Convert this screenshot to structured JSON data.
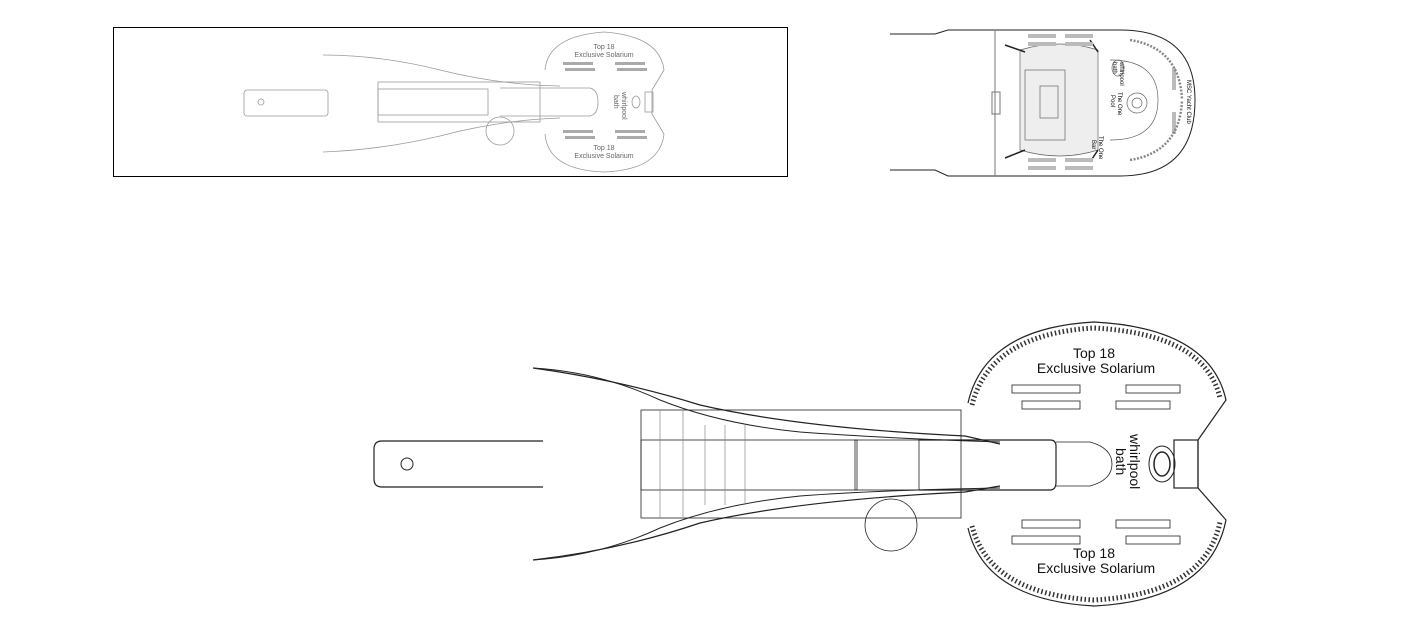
{
  "overview": {
    "label_solarium_top": "Top 18",
    "label_solarium_sub": "Exclusive Solarium",
    "label_solarium_top_2": "Top 18",
    "label_solarium_sub_2": "Exclusive Solarium",
    "label_whirlpool_1": "whirlpool",
    "label_whirlpool_2": "bath"
  },
  "forward": {
    "label_whirlpool_1": "whirlpool",
    "label_whirlpool_2": "bath",
    "label_pool_1": "The One",
    "label_pool_2": "Pool",
    "label_bar_1": "The One",
    "label_bar_2": "Bar",
    "label_club": "MSC Yacht Club"
  },
  "zoom": {
    "label_solarium_top": "Top 18",
    "label_solarium_sub": "Exclusive Solarium",
    "label_solarium_top_2": "Top 18",
    "label_solarium_sub_2": "Exclusive Solarium",
    "label_whirlpool_1": "whirlpool",
    "label_whirlpool_2": "bath"
  },
  "colors": {
    "line": "#222222",
    "line_light": "#999999",
    "frame": "#000000"
  }
}
